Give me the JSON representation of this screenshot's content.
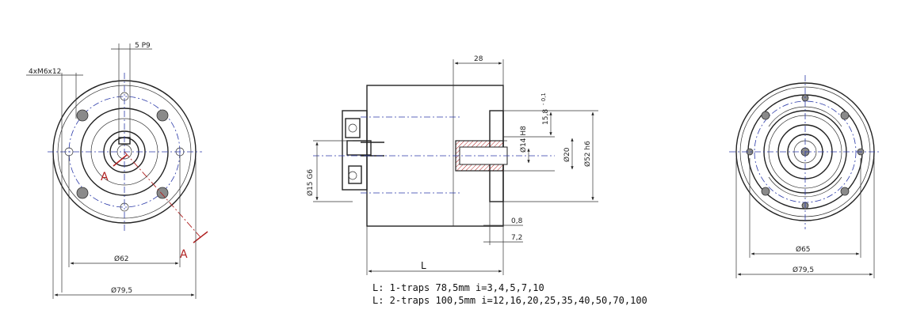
{
  "left_view": {
    "keyway_label": "5 P9",
    "thread_label": "4xM6x12",
    "pcd_label": "Ø62",
    "flange_label": "Ø79,5",
    "section_mark": "A"
  },
  "side_view": {
    "dim_28": "28",
    "dim_15_8": "15,8",
    "dim_15_8_tol": "- 0,1",
    "dim_14": "Ø14 H8",
    "dim_20": "Ø20",
    "dim_52": "Ø52 h6",
    "dim_15": "Ø15 G6",
    "dim_0_8": "0,8",
    "dim_7_2": "7,2",
    "length_label": "L"
  },
  "right_view": {
    "dim_65": "Ø65",
    "dim_79_5": "Ø79,5"
  },
  "notes": [
    "L: 1-traps 78,5mm   i=3,4,5,7,10",
    "L: 2-traps 100,5mm i=12,16,20,25,35,40,50,70,100"
  ]
}
